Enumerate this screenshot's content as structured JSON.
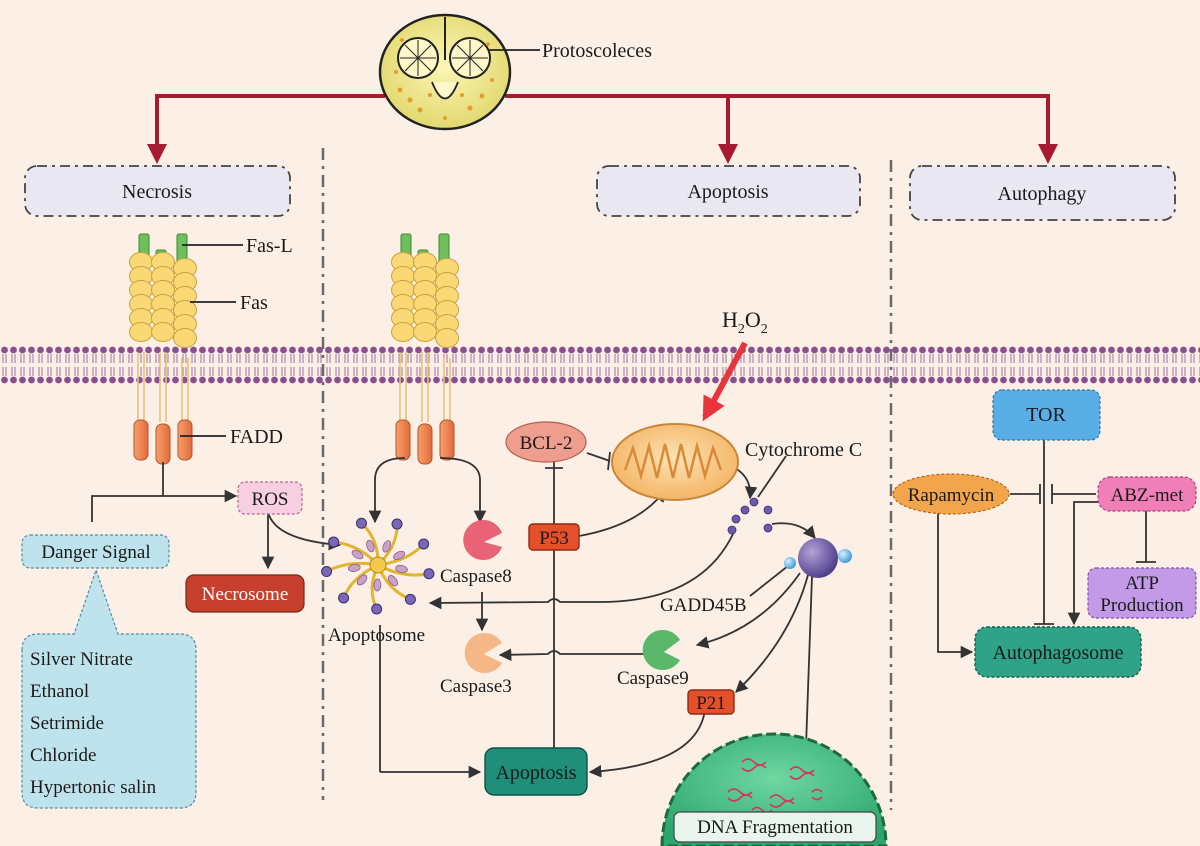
{
  "top": {
    "protoscoleces": "Protoscoleces"
  },
  "sections": {
    "necrosis": "Necrosis",
    "apoptosis": "Apoptosis",
    "autophagy": "Autophagy"
  },
  "receptor": {
    "fas_l": "Fas-L",
    "fas": "Fas",
    "fadd": "FADD"
  },
  "necrosis": {
    "ros": "ROS",
    "necrosome": "Necrosome",
    "danger_signal": "Danger Signal",
    "agents": [
      "Silver Nitrate",
      "Ethanol",
      "Setrimide",
      "Chloride",
      "Hypertonic salin"
    ]
  },
  "apoptosis": {
    "h2o2_base": "H",
    "h2o2_sub1": "2",
    "h2o2_mid": "O",
    "h2o2_sub2": "2",
    "bcl2": "BCL-2",
    "cytochrome_c": "Cytochrome C",
    "p53": "P53",
    "caspase8": "Caspase8",
    "caspase3": "Caspase3",
    "caspase9": "Caspase9",
    "gadd45b": "GADD45B",
    "p21": "P21",
    "apoptosome": "Apoptosome",
    "apoptosis_box": "Apoptosis",
    "dna_fragmentation": "DNA Fragmentation"
  },
  "autophagy": {
    "tor": "TOR",
    "rapamycin": "Rapamycin",
    "abz_met": "ABZ-met",
    "atp_line1": "ATP",
    "atp_line2": "Production",
    "autophagosome": "Autophagosome"
  },
  "colors": {
    "background": "#fcefe6",
    "main_arrow": "#a51c30",
    "h2o2_arrow": "#e8343c",
    "membrane": "#8a4f8e",
    "section_box": "#e9e7f1",
    "danger_box": "#bfe3ec",
    "necrosome": "#c7402d",
    "apoptosis_box": "#1f8f7a",
    "autophagosome": "#2fa288",
    "tor": "#5aaee6",
    "rapamycin": "#f2a54a",
    "abz_met": "#f07fb8",
    "atp": "#c39ae8",
    "p53": "#e4502a",
    "bcl2": "#ef9d8f",
    "caspase8": "#e96276",
    "caspase3": "#f4b787",
    "caspase9": "#5bb86a",
    "cell_nucleus": "#3db67e"
  }
}
